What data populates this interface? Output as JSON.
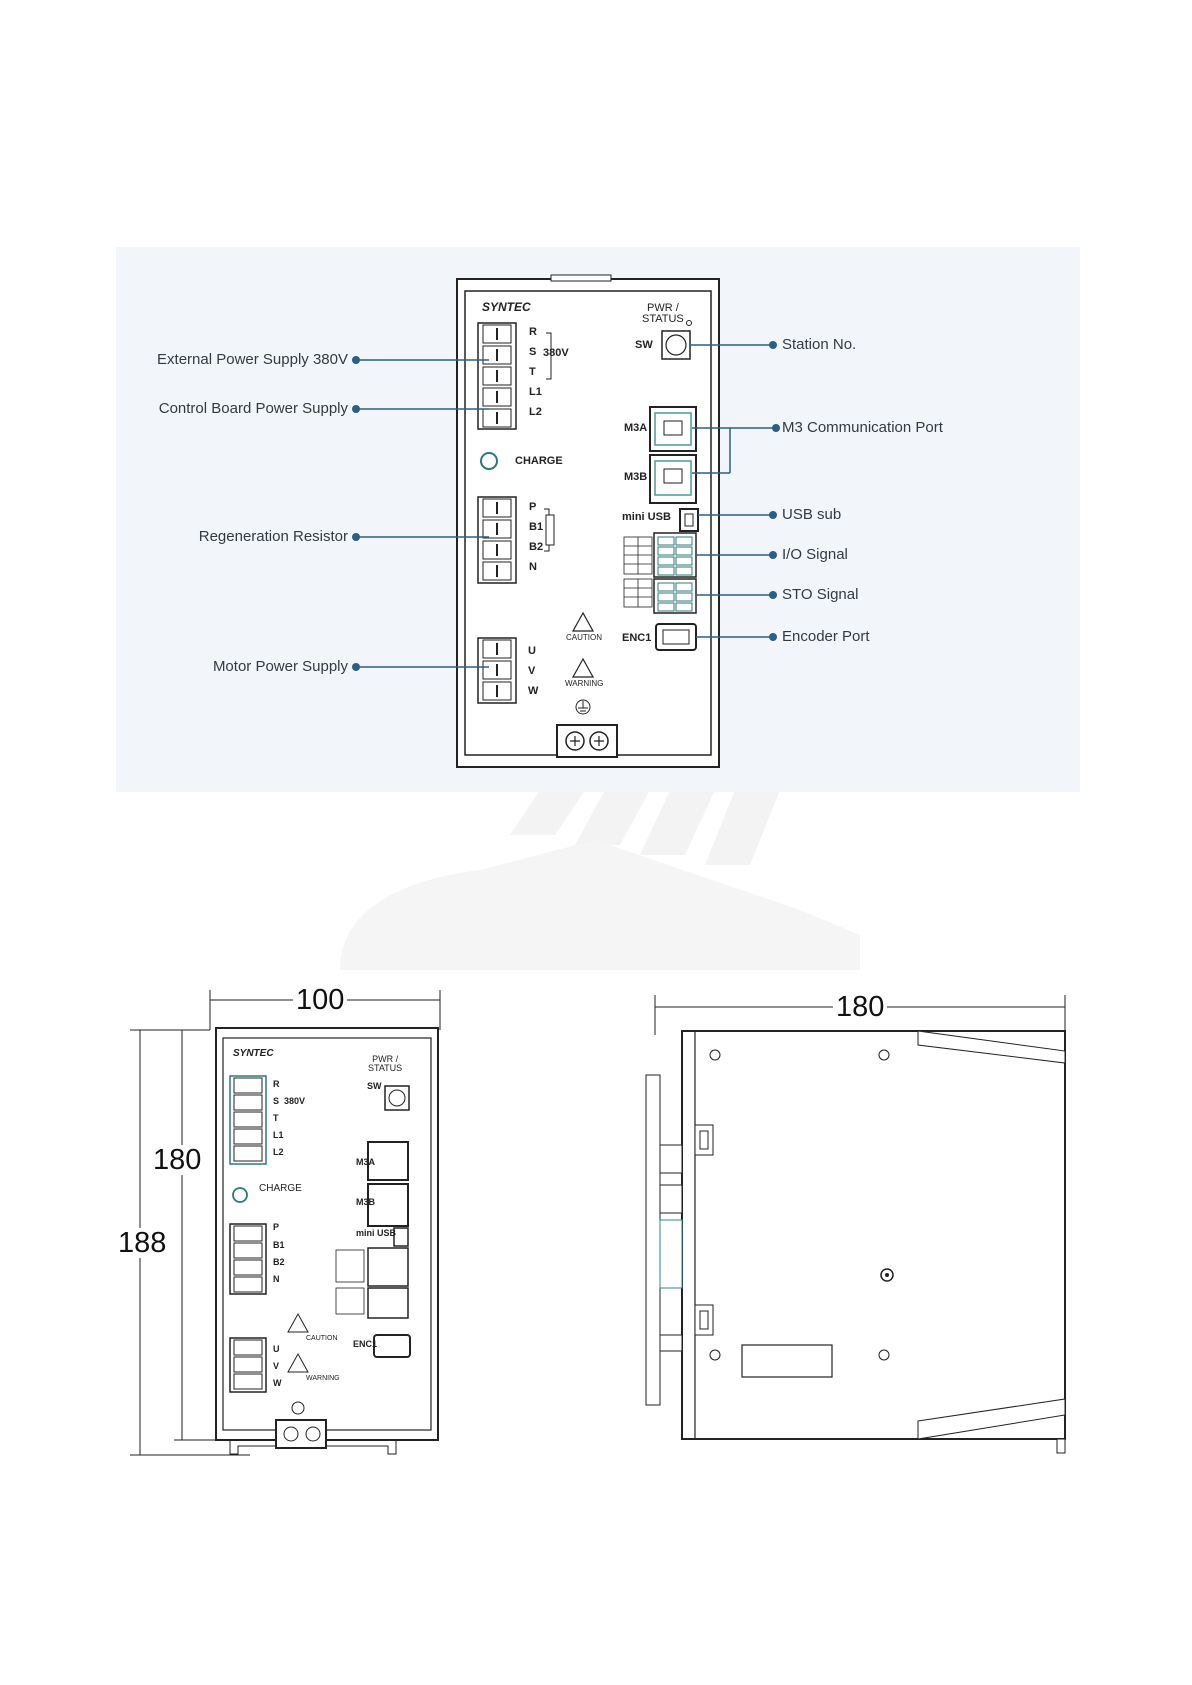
{
  "callouts": {
    "left": [
      "External Power Supply 380V",
      "Control Board Power Supply",
      "Regeneration Resistor",
      "Motor Power Supply"
    ],
    "right": [
      "Station No.",
      "M3 Communication Port",
      "USB sub",
      "I/O Signal",
      "STO Signal",
      "Encoder Port"
    ]
  },
  "device": {
    "brand": "SYNTEC",
    "pwr_status": [
      "PWR /",
      "STATUS"
    ],
    "sw": "SW",
    "power_terminals": [
      "R",
      "S",
      "T",
      "L1",
      "L2"
    ],
    "voltage": "380V",
    "charge": "CHARGE",
    "regen_terminals": [
      "P",
      "B1",
      "B2",
      "N"
    ],
    "motor_terminals": [
      "U",
      "V",
      "W"
    ],
    "port_m3a": "M3A",
    "port_m3b": "M3B",
    "port_usb": "mini USB",
    "port_enc": "ENC1",
    "caution": "CAUTION",
    "warning": "WARNING"
  },
  "dimensions": {
    "front_width": "100",
    "front_height_inner": "180",
    "front_height_outer": "188",
    "side_depth": "180"
  },
  "colors": {
    "panel_bg": "#f2f6fa",
    "callout_line": "#2a5f86",
    "callout_text": "#333a40",
    "drawing": "#222222"
  }
}
